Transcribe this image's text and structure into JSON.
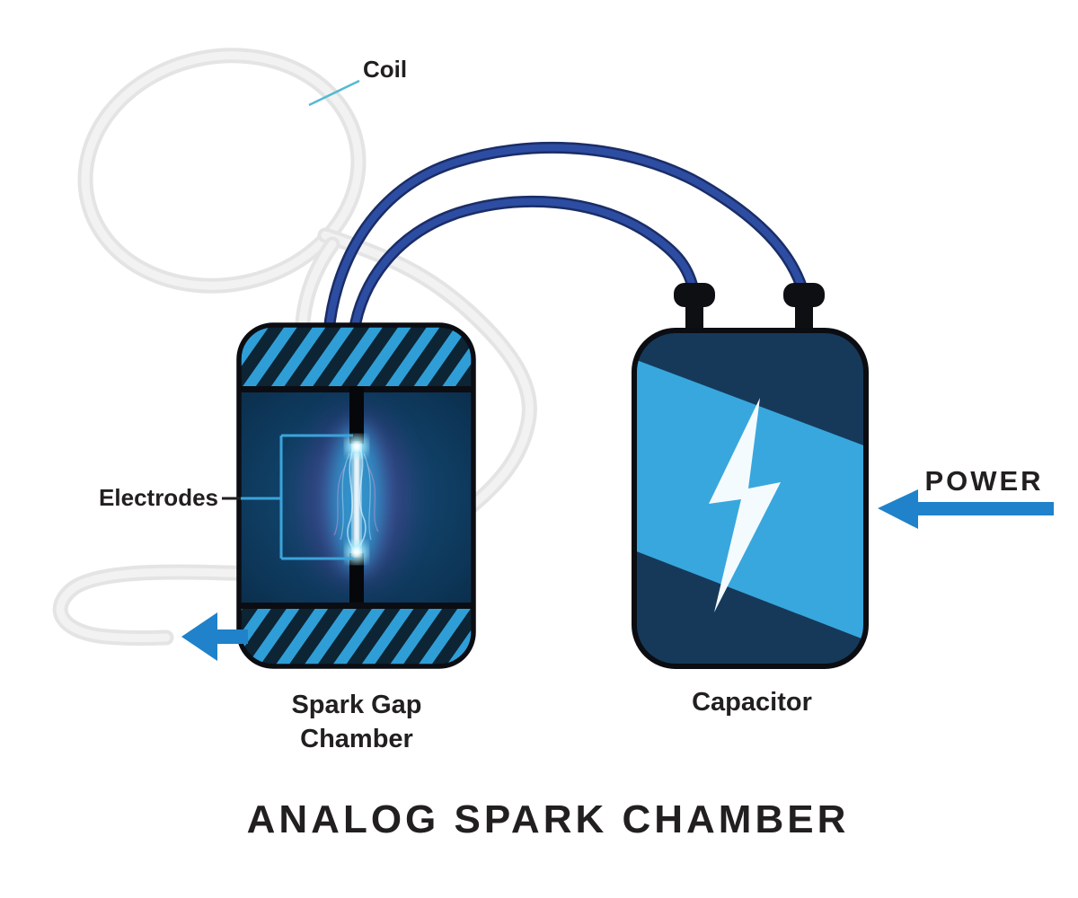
{
  "title": "ANALOG SPARK CHAMBER",
  "components": {
    "coil": {
      "label": "Coil"
    },
    "electrodes": {
      "label": "Electrodes"
    },
    "spark_gap_chamber": {
      "label": "Spark Gap Chamber"
    },
    "capacitor": {
      "label": "Capacitor"
    },
    "power": {
      "label": "POWER"
    }
  },
  "colors": {
    "stripe_blue": "#2f9ed7",
    "hatch_dark": "#0c2433",
    "capacitor_navy": "#16395a",
    "band_blue": "#38a7de",
    "bolt_white": "#f4fbfe",
    "wire_blue": "#2d4da2",
    "wire_outline": "#1a2d66",
    "arrow_blue": "#1f82ca",
    "leader_cyan": "#55b9d3",
    "bracket_blue": "#3ba4da",
    "tube_gray": "#e8e8e8",
    "text": "#221f20"
  }
}
